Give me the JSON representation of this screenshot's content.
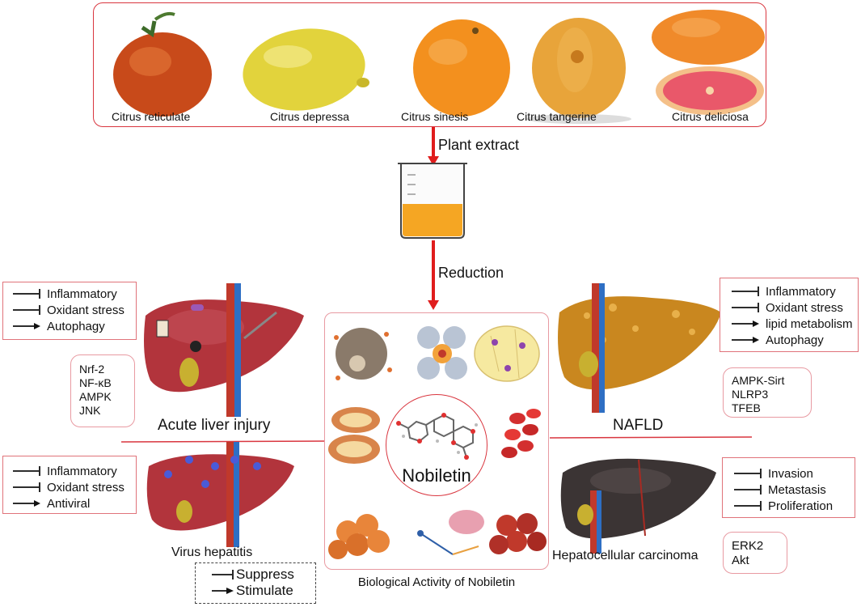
{
  "fruits": [
    {
      "name": "Citrus reticulate",
      "color": "#d2521c"
    },
    {
      "name": "Citrus depressa",
      "color": "#e2d33c"
    },
    {
      "name": "Citrus sinesis",
      "color": "#f3901e"
    },
    {
      "name": "Citrus tangerine",
      "color": "#e8a43a"
    },
    {
      "name": "Citrus deliciosa",
      "color": "#f08a2a"
    }
  ],
  "flow": {
    "step1": "Plant extract",
    "step2": "Reduction"
  },
  "center": {
    "compound": "Nobiletin",
    "caption": "Biological Activity of Nobiletin"
  },
  "acute": {
    "title": "Acute liver injury",
    "effects": [
      {
        "type": "suppress",
        "label": "Inflammatory"
      },
      {
        "type": "suppress",
        "label": "Oxidant stress"
      },
      {
        "type": "stimulate",
        "label": "Autophagy"
      }
    ],
    "markers": [
      "Nrf-2",
      "NF-κB",
      "AMPK",
      "JNK"
    ]
  },
  "virus": {
    "title": "Virus hepatitis",
    "effects": [
      {
        "type": "suppress",
        "label": "Inflammatory"
      },
      {
        "type": "suppress",
        "label": "Oxidant stress"
      },
      {
        "type": "stimulate",
        "label": "Antiviral"
      }
    ]
  },
  "nafld": {
    "title": "NAFLD",
    "effects": [
      {
        "type": "suppress",
        "label": "Inflammatory"
      },
      {
        "type": "suppress",
        "label": "Oxidant stress"
      },
      {
        "type": "stimulate",
        "label": "lipid metabolism"
      },
      {
        "type": "stimulate",
        "label": "Autophagy"
      }
    ],
    "markers": [
      "AMPK-Sirt",
      "NLRP3",
      "TFEB"
    ]
  },
  "hcc": {
    "title": "Hepatocellular carcinoma",
    "effects": [
      {
        "type": "suppress",
        "label": "Invasion"
      },
      {
        "type": "suppress",
        "label": "Metastasis"
      },
      {
        "type": "suppress",
        "label": "Proliferation"
      }
    ],
    "markers": [
      "ERK2",
      "Akt"
    ]
  },
  "legend": {
    "suppress": "Suppress",
    "stimulate": "Stimulate"
  },
  "colors": {
    "arrow": "#e01d1d",
    "border": "#e0737a",
    "liver_healthy": "#b2343c",
    "liver_fatty": "#c9871f",
    "liver_cancer": "#3b3434",
    "extract": "#f5a623"
  }
}
